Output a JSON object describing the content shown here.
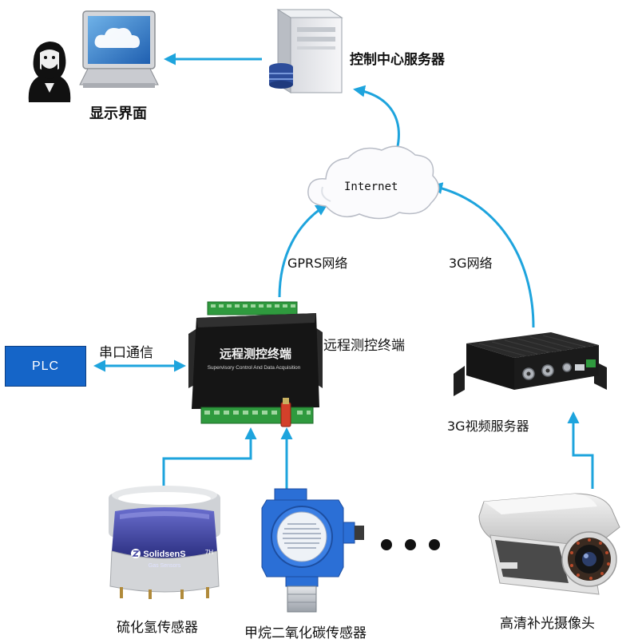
{
  "nodes": {
    "display": {
      "label": "显示界面"
    },
    "server": {
      "label": "控制中心服务器"
    },
    "internet": {
      "label": "Internet"
    },
    "rtu": {
      "label": "远程测控终端",
      "device_title": "远程测控终端",
      "device_subtitle": "Supervisory Control And Data Acquisition"
    },
    "plc": {
      "label": "PLC"
    },
    "video_server": {
      "label": "3G视频服务器"
    },
    "h2s_sensor": {
      "label": "硫化氢传感器",
      "brand": "SolidsenS",
      "brand_sub": "Gas Sensors",
      "side_mark": "7H"
    },
    "methane_sensor": {
      "label": "甲烷二氧化碳传感器"
    },
    "camera": {
      "label": "高清补光摄像头"
    }
  },
  "links": {
    "gprs": {
      "label": "GPRS网络"
    },
    "g3": {
      "label": "3G网络"
    },
    "serial": {
      "label": "串口通信"
    }
  },
  "colors": {
    "arrow": "#1ea4dd",
    "plc_fill": "#1565c8",
    "device_body": "#151515",
    "terminal_green": "#2f9a3e",
    "sensor_purple": "#3b3f9e",
    "sensor_blue": "#2b6fd6"
  }
}
